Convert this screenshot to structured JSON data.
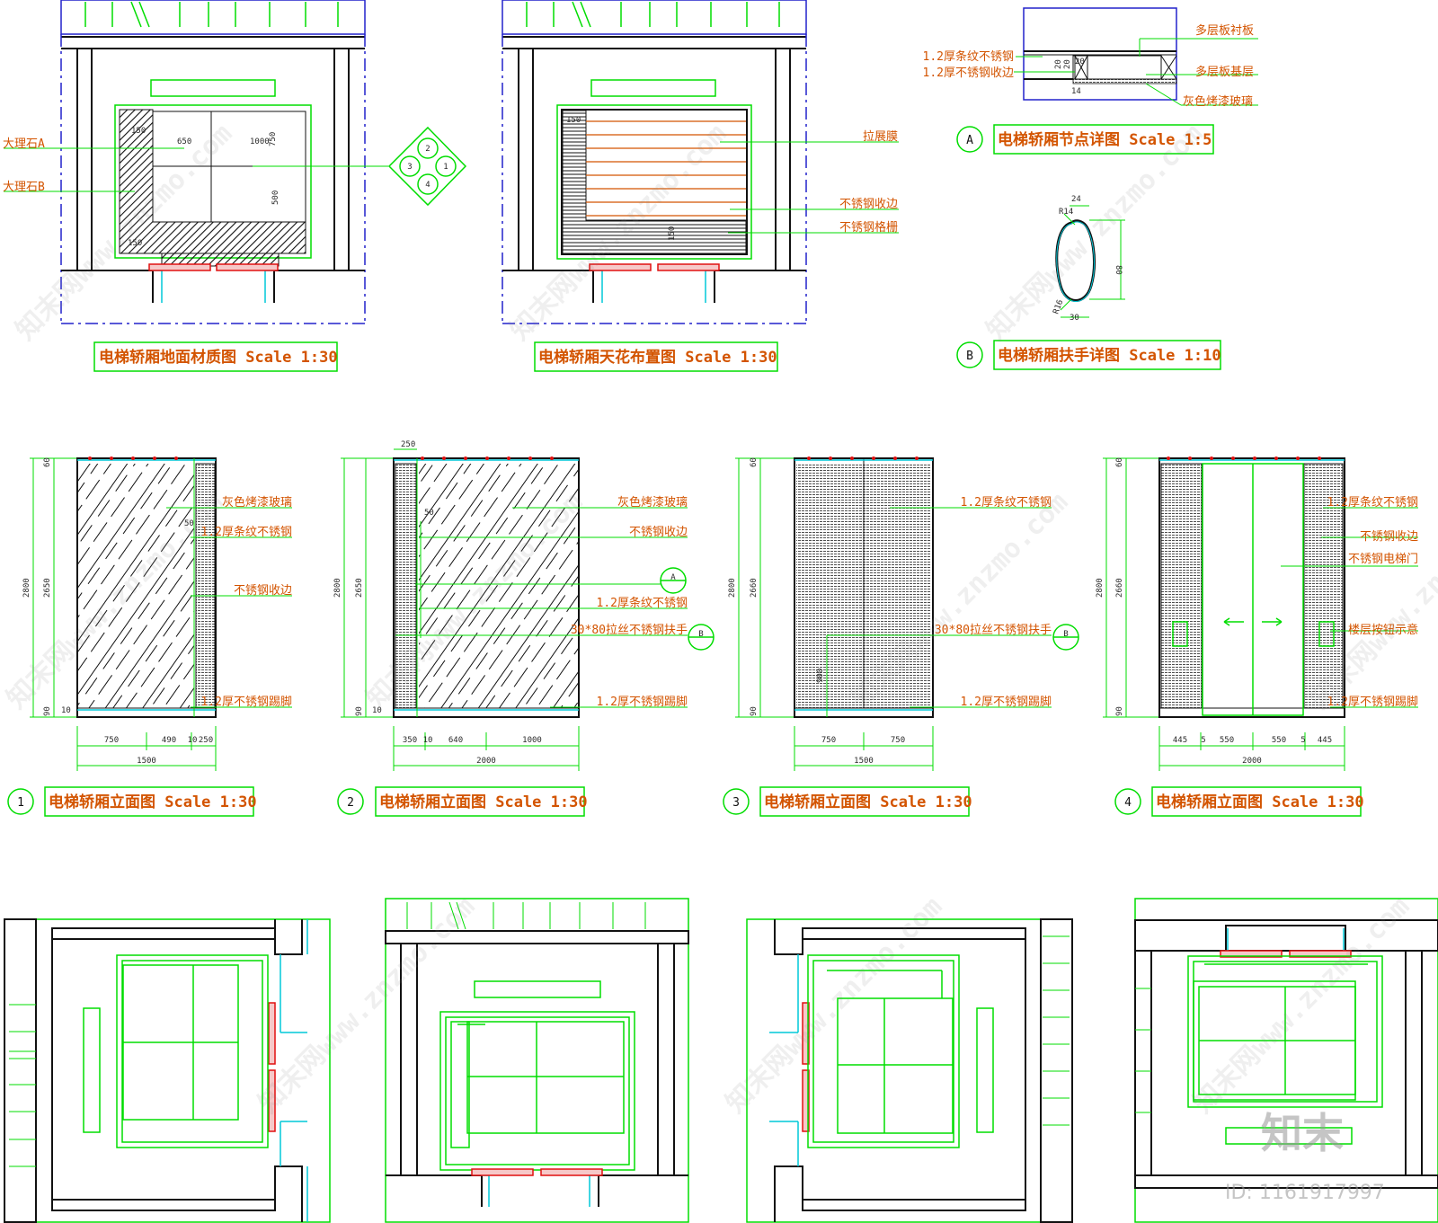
{
  "plans": {
    "floor": {
      "title": "电梯轿厢地面材质图 Scale 1:30",
      "label_a": "大理石A",
      "label_b": "大理石B",
      "dims": [
        "650",
        "1000",
        "750",
        "500",
        "150"
      ],
      "pattern_nums": [
        "2",
        "3",
        "1",
        "4"
      ]
    },
    "ceiling": {
      "title": "电梯轿厢天花布置图 Scale 1:30",
      "labels": [
        "拉展膜",
        "不锈钢收边",
        "不锈钢格栅"
      ],
      "dim": "150"
    }
  },
  "details": {
    "a": {
      "marker": "A",
      "title": "电梯轿厢节点详图 Scale 1:5",
      "labels_left": [
        "1.2厚条纹不锈钢",
        "1.2厚不锈钢收边"
      ],
      "labels_right": [
        "多层板衬板",
        "多层板基层",
        "灰色烤漆玻璃"
      ],
      "dims": [
        "20",
        "20",
        "20",
        "14"
      ]
    },
    "b": {
      "marker": "B",
      "title": "电梯轿厢扶手详图 Scale 1:10",
      "dims": [
        "24",
        "R14",
        "80",
        "R16",
        "30"
      ]
    }
  },
  "elevations": [
    {
      "num": "1",
      "title": "电梯轿厢立面图 Scale 1:30",
      "vdims": [
        "2800",
        "2650",
        "60",
        "90",
        "10"
      ],
      "labels": [
        "灰色烤漆玻璃",
        "1.2厚条纹不锈钢",
        "不锈钢收边",
        "1.2厚不锈钢踢脚"
      ],
      "dim50": "50",
      "hdims": [
        "750",
        "490",
        "10",
        "250"
      ],
      "total": "1500"
    },
    {
      "num": "2",
      "title": "电梯轿厢立面图 Scale 1:30",
      "vdims": [
        "2800",
        "2650",
        "90",
        "10"
      ],
      "labels": [
        "灰色烤漆玻璃",
        "不锈钢收边",
        "1.2厚条纹不锈钢",
        "30*80拉丝不锈钢扶手",
        "1.2厚不锈钢踢脚"
      ],
      "top": "250",
      "dim50": "50",
      "hdims": [
        "350",
        "10",
        "640",
        "1000"
      ],
      "total": "2000",
      "marker_a": "A",
      "marker_b": "B"
    },
    {
      "num": "3",
      "title": "电梯轿厢立面图 Scale 1:30",
      "vdims": [
        "2800",
        "2660",
        "60",
        "90"
      ],
      "labels": [
        "1.2厚条纹不锈钢",
        "30*80拉丝不锈钢扶手",
        "1.2厚不锈钢踢脚"
      ],
      "hdims": [
        "750",
        "750"
      ],
      "total": "1500",
      "inner": "900",
      "marker_b": "B"
    },
    {
      "num": "4",
      "title": "电梯轿厢立面图 Scale 1:30",
      "vdims": [
        "2800",
        "2660",
        "60",
        "90"
      ],
      "labels": [
        "1.2厚条纹不锈钢",
        "不锈钢收边",
        "不锈钢电梯门",
        "楼层按钮示意",
        "1.2厚不锈钢踢脚"
      ],
      "hdims": [
        "445",
        "5",
        "550",
        "550",
        "5",
        "445"
      ],
      "total": "2000"
    }
  ],
  "watermark": {
    "text": "知末网www.znzmo.com",
    "brand": "知末",
    "id": "ID: 1161917997"
  },
  "colors": {
    "linework": "#00dd00",
    "labels": "#d35400",
    "structure": "#111111",
    "door": "#e01010",
    "glass": "#00c8d8",
    "axis": "#2222cc"
  }
}
